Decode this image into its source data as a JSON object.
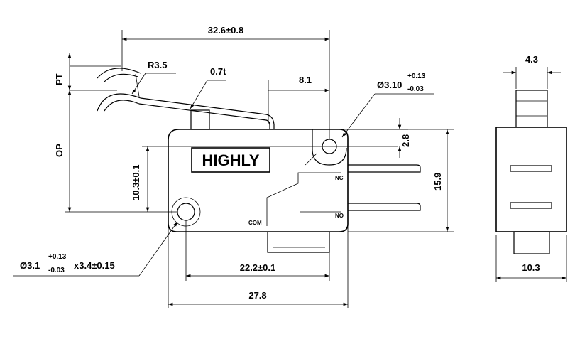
{
  "brand": "HIGHLY",
  "dimensions": {
    "overall_length": "32.6±0.8",
    "radius": "R3.5",
    "thickness": "0.7t",
    "pt": "PT",
    "op": "OP",
    "offset": "8.1",
    "hole_dia": "Ø3.10",
    "hole_tol_plus": "+0.13",
    "hole_tol_minus": "-0.03",
    "terminal_offset": "2.8",
    "height_to_hole": "10.3±0.1",
    "body_height": "15.9",
    "mount_hole_prefix": "Ø3.1",
    "mount_tol_plus": "+0.13",
    "mount_tol_minus": "-0.03",
    "mount_hole_suffix": "x3.4±0.15",
    "hole_spacing": "22.2±0.1",
    "body_length": "27.8",
    "side_top_width": "4.3",
    "side_width": "10.3"
  },
  "terminals": {
    "nc": "NC",
    "no": "NO",
    "com": "COM"
  }
}
